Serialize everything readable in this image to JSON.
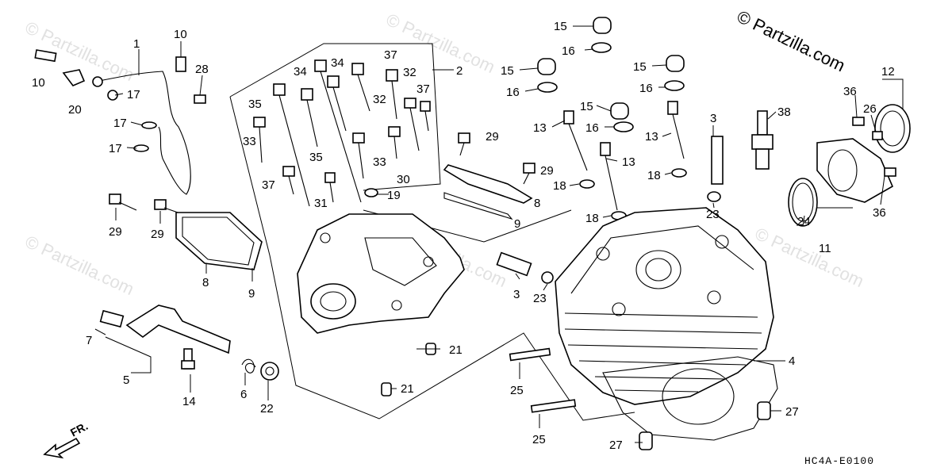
{
  "copyright": "© Partzilla.com",
  "diagram_code": "HC4A-E0100",
  "watermark": "© Partzilla.com",
  "fr_label": "FR.",
  "callouts": {
    "c1": "1",
    "c2": "2",
    "c3a": "3",
    "c3b": "3",
    "c4": "4",
    "c5": "5",
    "c6": "6",
    "c7": "7",
    "c8a": "8",
    "c8b": "8",
    "c9a": "9",
    "c9b": "9",
    "c10a": "10",
    "c10b": "10",
    "c11": "11",
    "c12": "12",
    "c13a": "13",
    "c13b": "13",
    "c13c": "13",
    "c14": "14",
    "c15a": "15",
    "c15b": "15",
    "c15c": "15",
    "c15d": "15",
    "c16a": "16",
    "c16b": "16",
    "c16c": "16",
    "c16d": "16",
    "c17a": "17",
    "c17b": "17",
    "c17c": "17",
    "c18a": "18",
    "c18b": "18",
    "c18c": "18",
    "c19": "19",
    "c20": "20",
    "c21a": "21",
    "c21b": "21",
    "c22": "22",
    "c23a": "23",
    "c23b": "23",
    "c24": "24",
    "c25a": "25",
    "c25b": "25",
    "c26": "26",
    "c27a": "27",
    "c27b": "27",
    "c28": "28",
    "c29a": "29",
    "c29b": "29",
    "c29c": "29",
    "c29d": "29",
    "c30": "30",
    "c31": "31",
    "c32a": "32",
    "c32b": "32",
    "c33a": "33",
    "c33b": "33",
    "c34a": "34",
    "c34b": "34",
    "c35a": "35",
    "c35b": "35",
    "c36a": "36",
    "c36b": "36",
    "c37a": "37",
    "c37b": "37",
    "c37c": "37",
    "c38": "38"
  }
}
